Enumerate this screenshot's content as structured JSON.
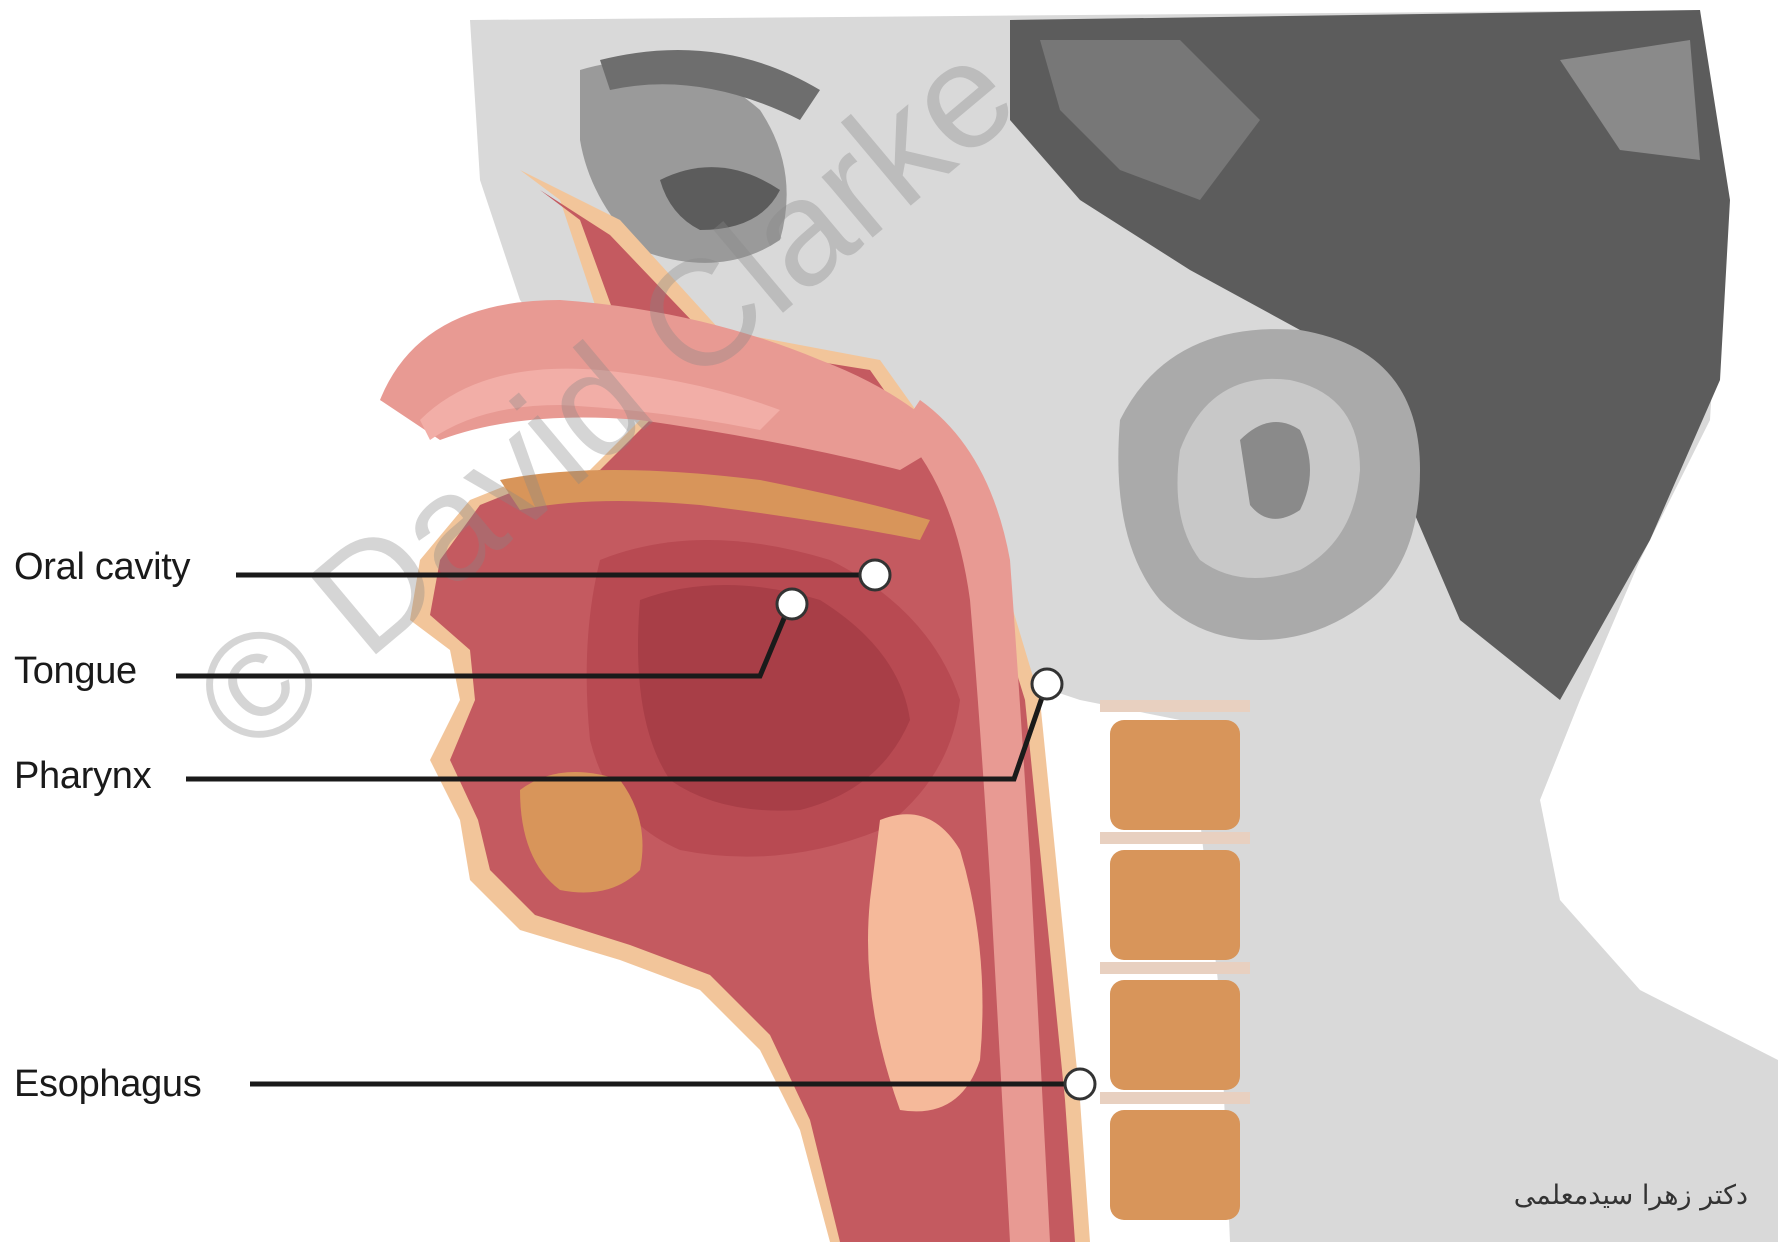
{
  "labels": {
    "oral_cavity": "Oral cavity",
    "tongue": "Tongue",
    "pharynx": "Pharynx",
    "esophagus": "Esophagus"
  },
  "watermark": "© David Clarke",
  "credit": "دکتر زهرا سیدمعلمی",
  "colors": {
    "skin_gray_light": "#d9d9d9",
    "hair_dark": "#5a5a5a",
    "flesh_red": "#c45a60",
    "flesh_pink": "#e89a93",
    "skin_tan": "#f2c59a",
    "bone": "#d8955a",
    "leader_line": "#1a1a1a"
  }
}
